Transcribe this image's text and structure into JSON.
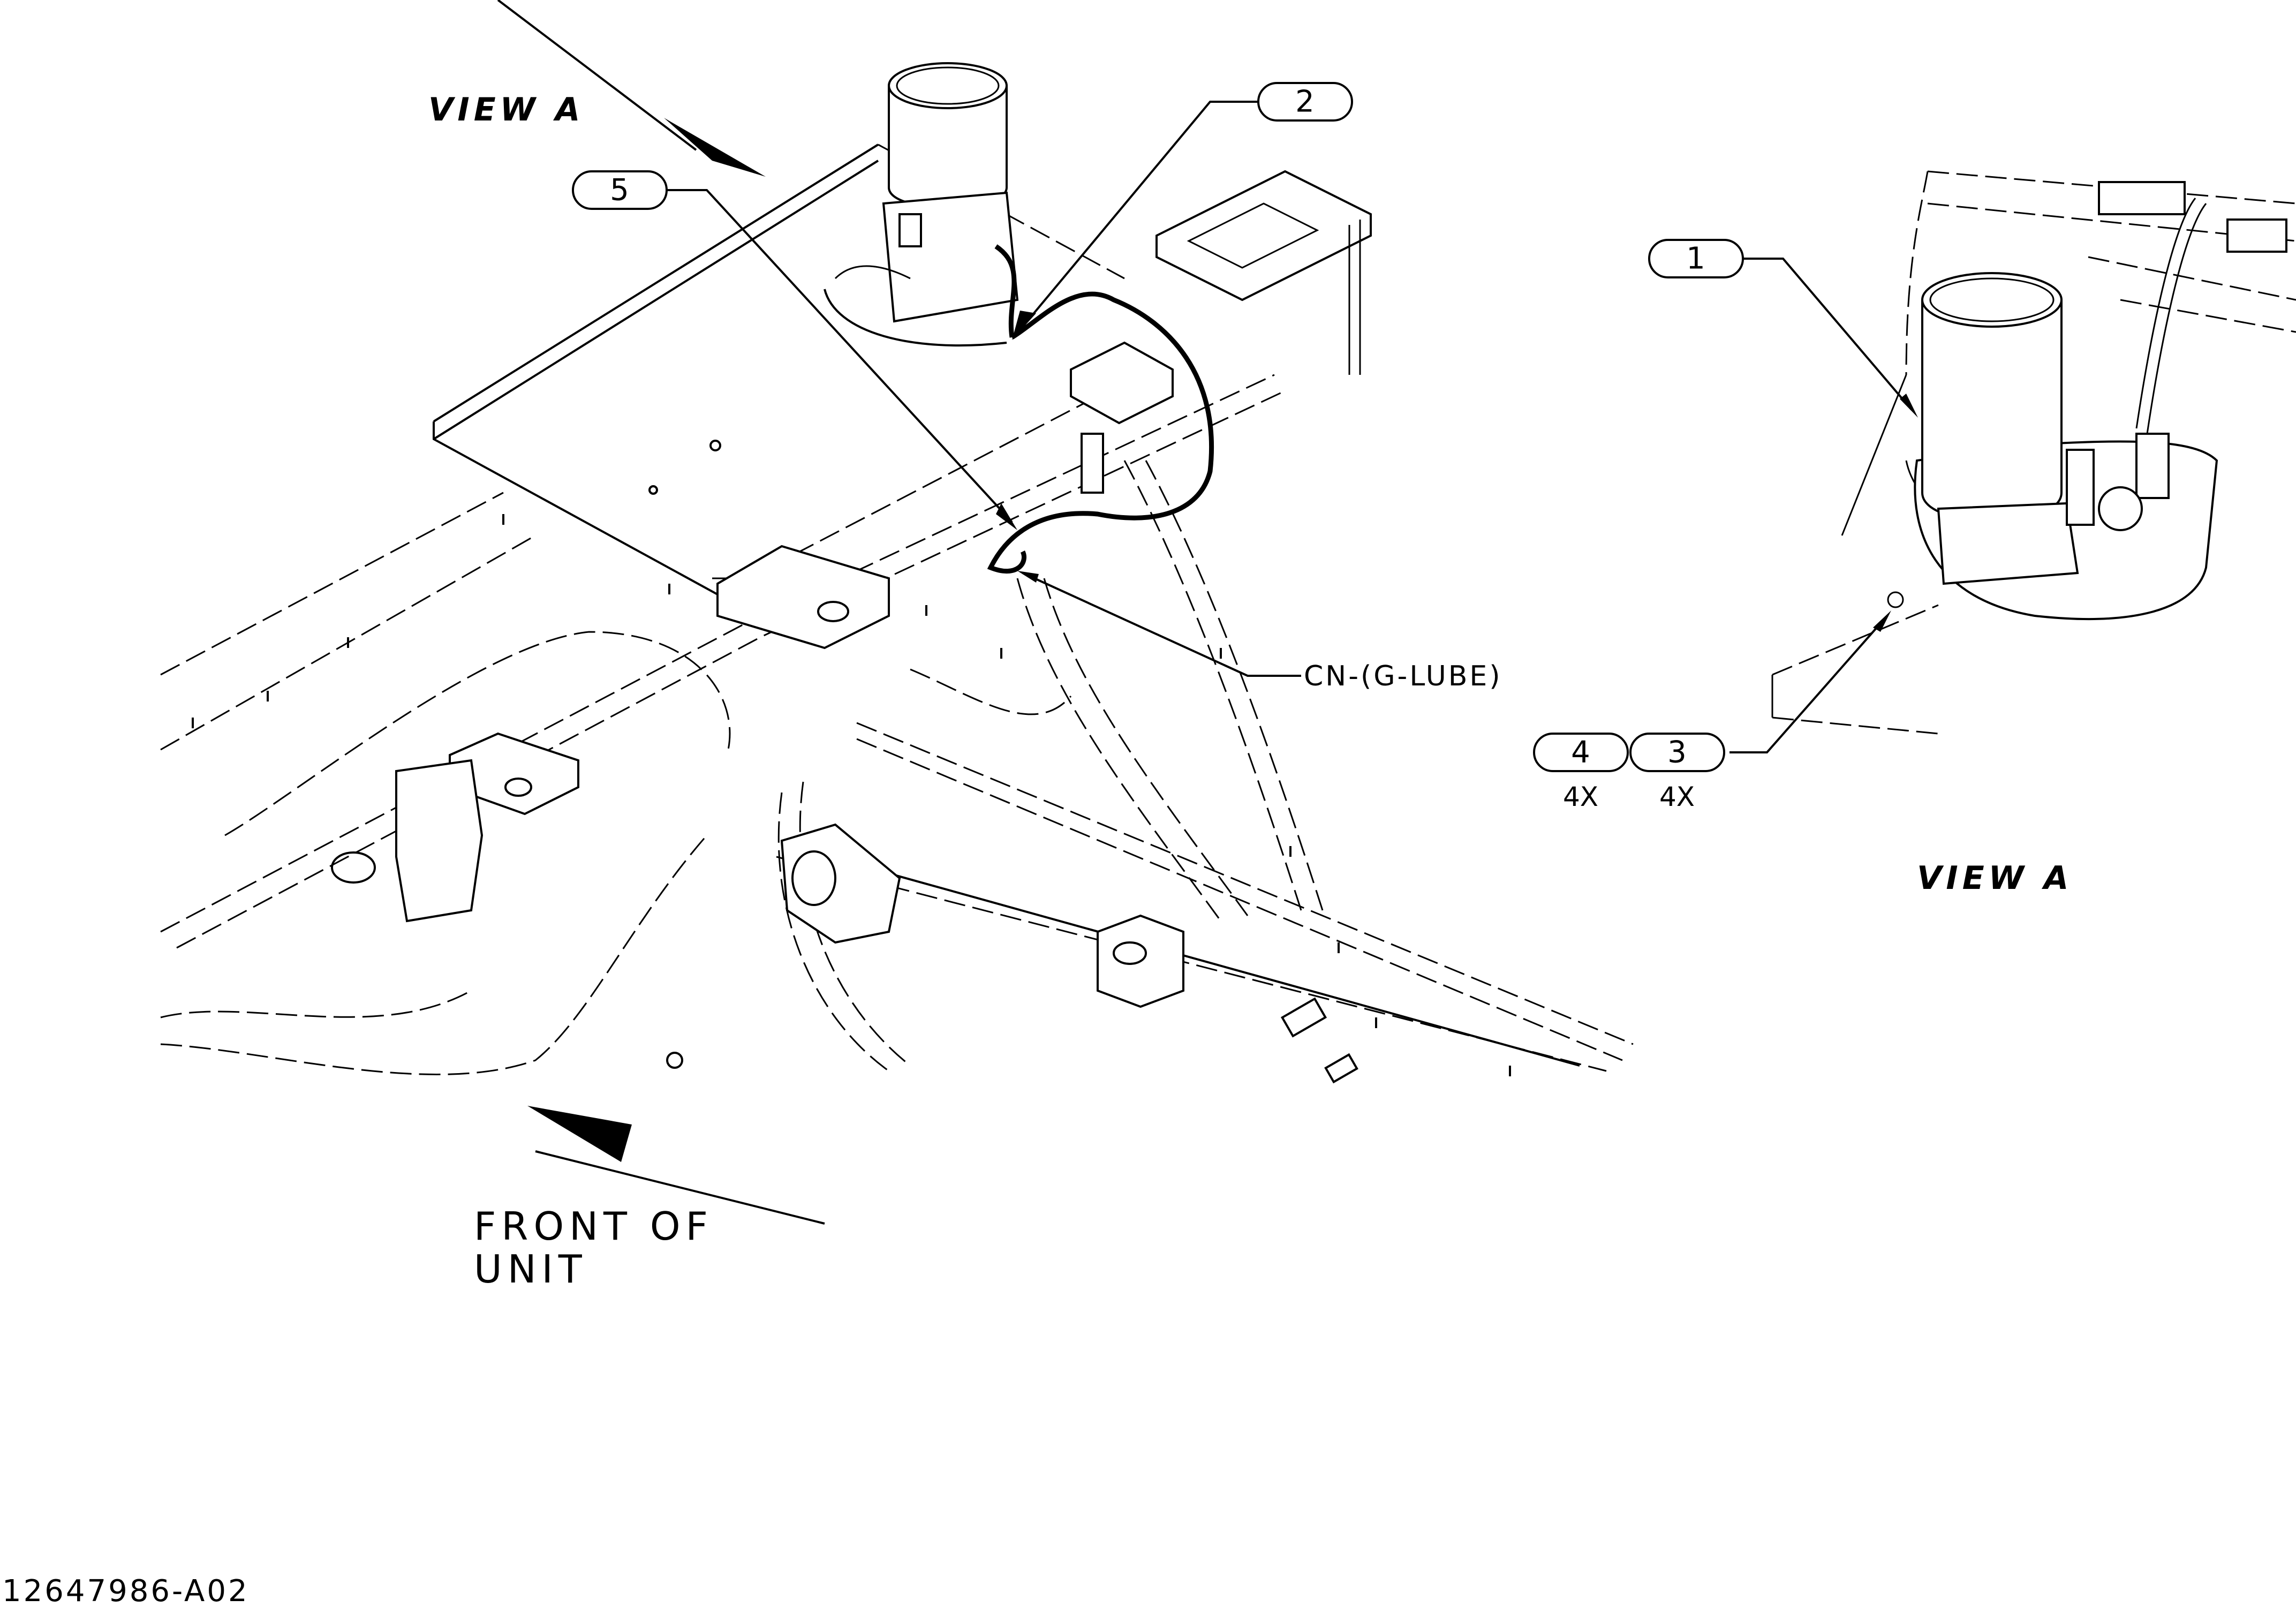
{
  "view_label": "VIEW A",
  "callouts": {
    "item1": "1",
    "item2": "2",
    "item3": "3",
    "item4": "4",
    "item5": "5",
    "qty3": "4X",
    "qty4": "4X"
  },
  "connector_label": "CN-(G-LUBE)",
  "front_label_line1": "FRONT OF",
  "front_label_line2": "UNIT",
  "document_number": "12647986-A02"
}
